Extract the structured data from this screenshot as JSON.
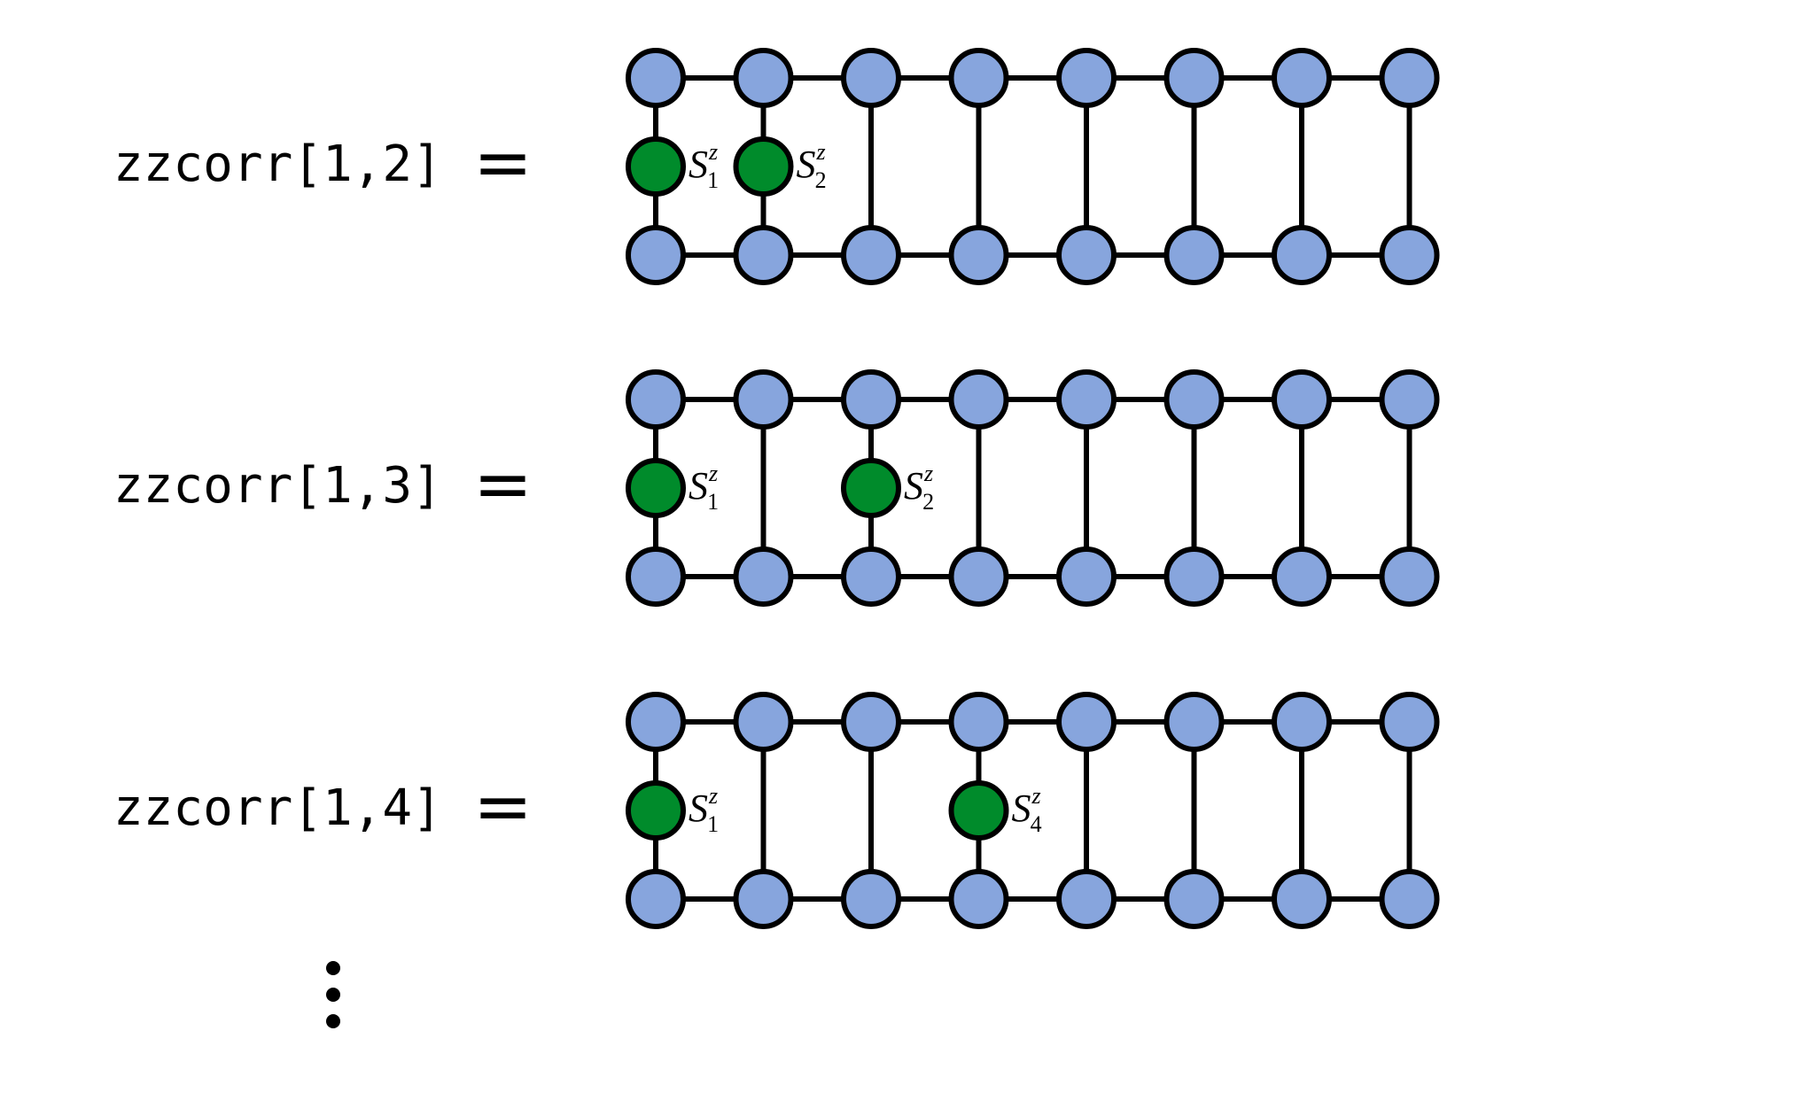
{
  "colors": {
    "node_fill": "#87A5DD",
    "highlight_fill": "#008B2B",
    "stroke": "#000000",
    "background": "#FFFFFF"
  },
  "ladder": {
    "columns": 8
  },
  "rows": [
    {
      "expression": "zzcorr[1,2]",
      "equals": "=",
      "highlighted_columns": [
        1,
        2
      ],
      "labels": [
        {
          "column": 1,
          "symbol": "S",
          "sup": "z",
          "sub": "1"
        },
        {
          "column": 2,
          "symbol": "S",
          "sup": "z",
          "sub": "2"
        }
      ]
    },
    {
      "expression": "zzcorr[1,3]",
      "equals": "=",
      "highlighted_columns": [
        1,
        3
      ],
      "labels": [
        {
          "column": 1,
          "symbol": "S",
          "sup": "z",
          "sub": "1"
        },
        {
          "column": 3,
          "symbol": "S",
          "sup": "z",
          "sub": "2"
        }
      ]
    },
    {
      "expression": "zzcorr[1,4]",
      "equals": "=",
      "highlighted_columns": [
        1,
        4
      ],
      "labels": [
        {
          "column": 1,
          "symbol": "S",
          "sup": "z",
          "sub": "1"
        },
        {
          "column": 4,
          "symbol": "S",
          "sup": "z",
          "sub": "4"
        }
      ]
    }
  ],
  "continuation": "vertical-ellipsis"
}
